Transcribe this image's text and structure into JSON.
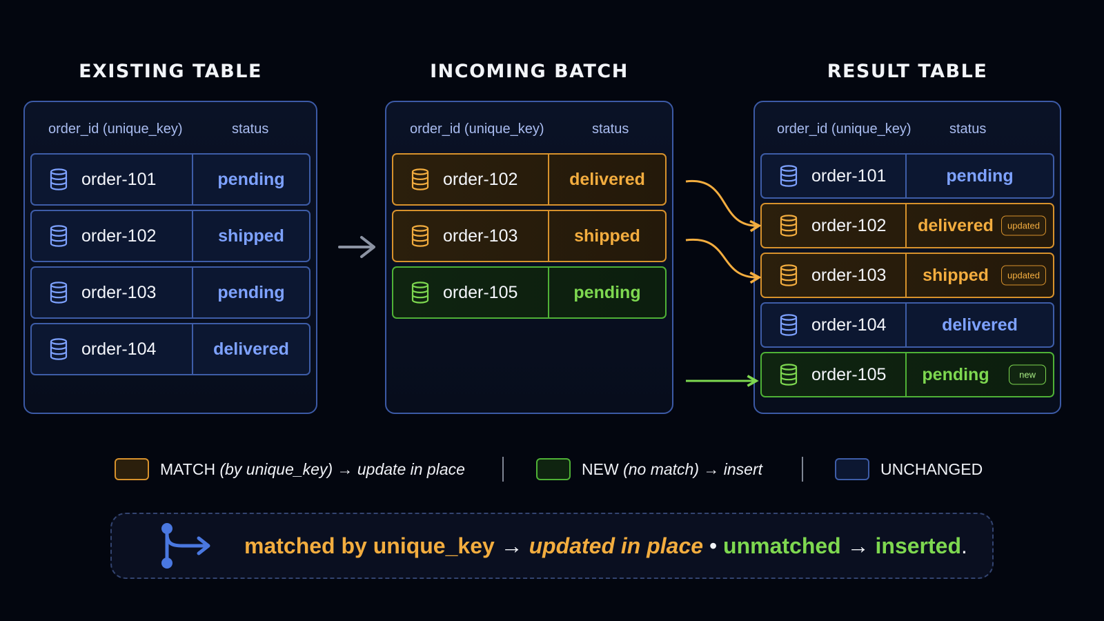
{
  "panels": {
    "existing": {
      "title": "EXISTING TABLE",
      "col_id": "order_id (unique_key)",
      "col_status": "status",
      "rows": [
        {
          "id": "order-101",
          "status": "pending"
        },
        {
          "id": "order-102",
          "status": "shipped"
        },
        {
          "id": "order-103",
          "status": "pending"
        },
        {
          "id": "order-104",
          "status": "delivered"
        }
      ]
    },
    "incoming": {
      "title": "INCOMING BATCH",
      "col_id": "order_id (unique_key)",
      "col_status": "status",
      "rows": [
        {
          "id": "order-102",
          "status": "delivered"
        },
        {
          "id": "order-103",
          "status": "shipped"
        },
        {
          "id": "order-105",
          "status": "pending"
        }
      ]
    },
    "result": {
      "title": "RESULT TABLE",
      "col_id": "order_id (unique_key)",
      "col_status": "status",
      "rows": [
        {
          "id": "order-101",
          "status": "pending",
          "badge": ""
        },
        {
          "id": "order-102",
          "status": "delivered",
          "badge": "updated"
        },
        {
          "id": "order-103",
          "status": "shipped",
          "badge": "updated"
        },
        {
          "id": "order-104",
          "status": "delivered",
          "badge": ""
        },
        {
          "id": "order-105",
          "status": "pending",
          "badge": "new"
        }
      ]
    }
  },
  "legend": {
    "match": {
      "label": "MATCH",
      "paren": "(by unique_key)",
      "arrow": "→",
      "action": "update in place"
    },
    "new": {
      "label": "NEW",
      "paren": "(no match)",
      "arrow": "→",
      "action": "insert"
    },
    "unchanged": {
      "label": "UNCHANGED"
    }
  },
  "banner": {
    "matched": "matched by unique_key",
    "arrow1": "→",
    "updated": "updated in place",
    "dot": "•",
    "unmatched": "unmatched",
    "arrow2": "→",
    "inserted": "inserted",
    "period": "."
  },
  "colors": {
    "match": "#d8922c",
    "new": "#4fb236",
    "unchanged": "#3e5da8",
    "background": "#03060f"
  },
  "icons": {
    "row": "database-icon",
    "banner": "branch-merge-icon",
    "flow": "arrow-right-icon"
  }
}
